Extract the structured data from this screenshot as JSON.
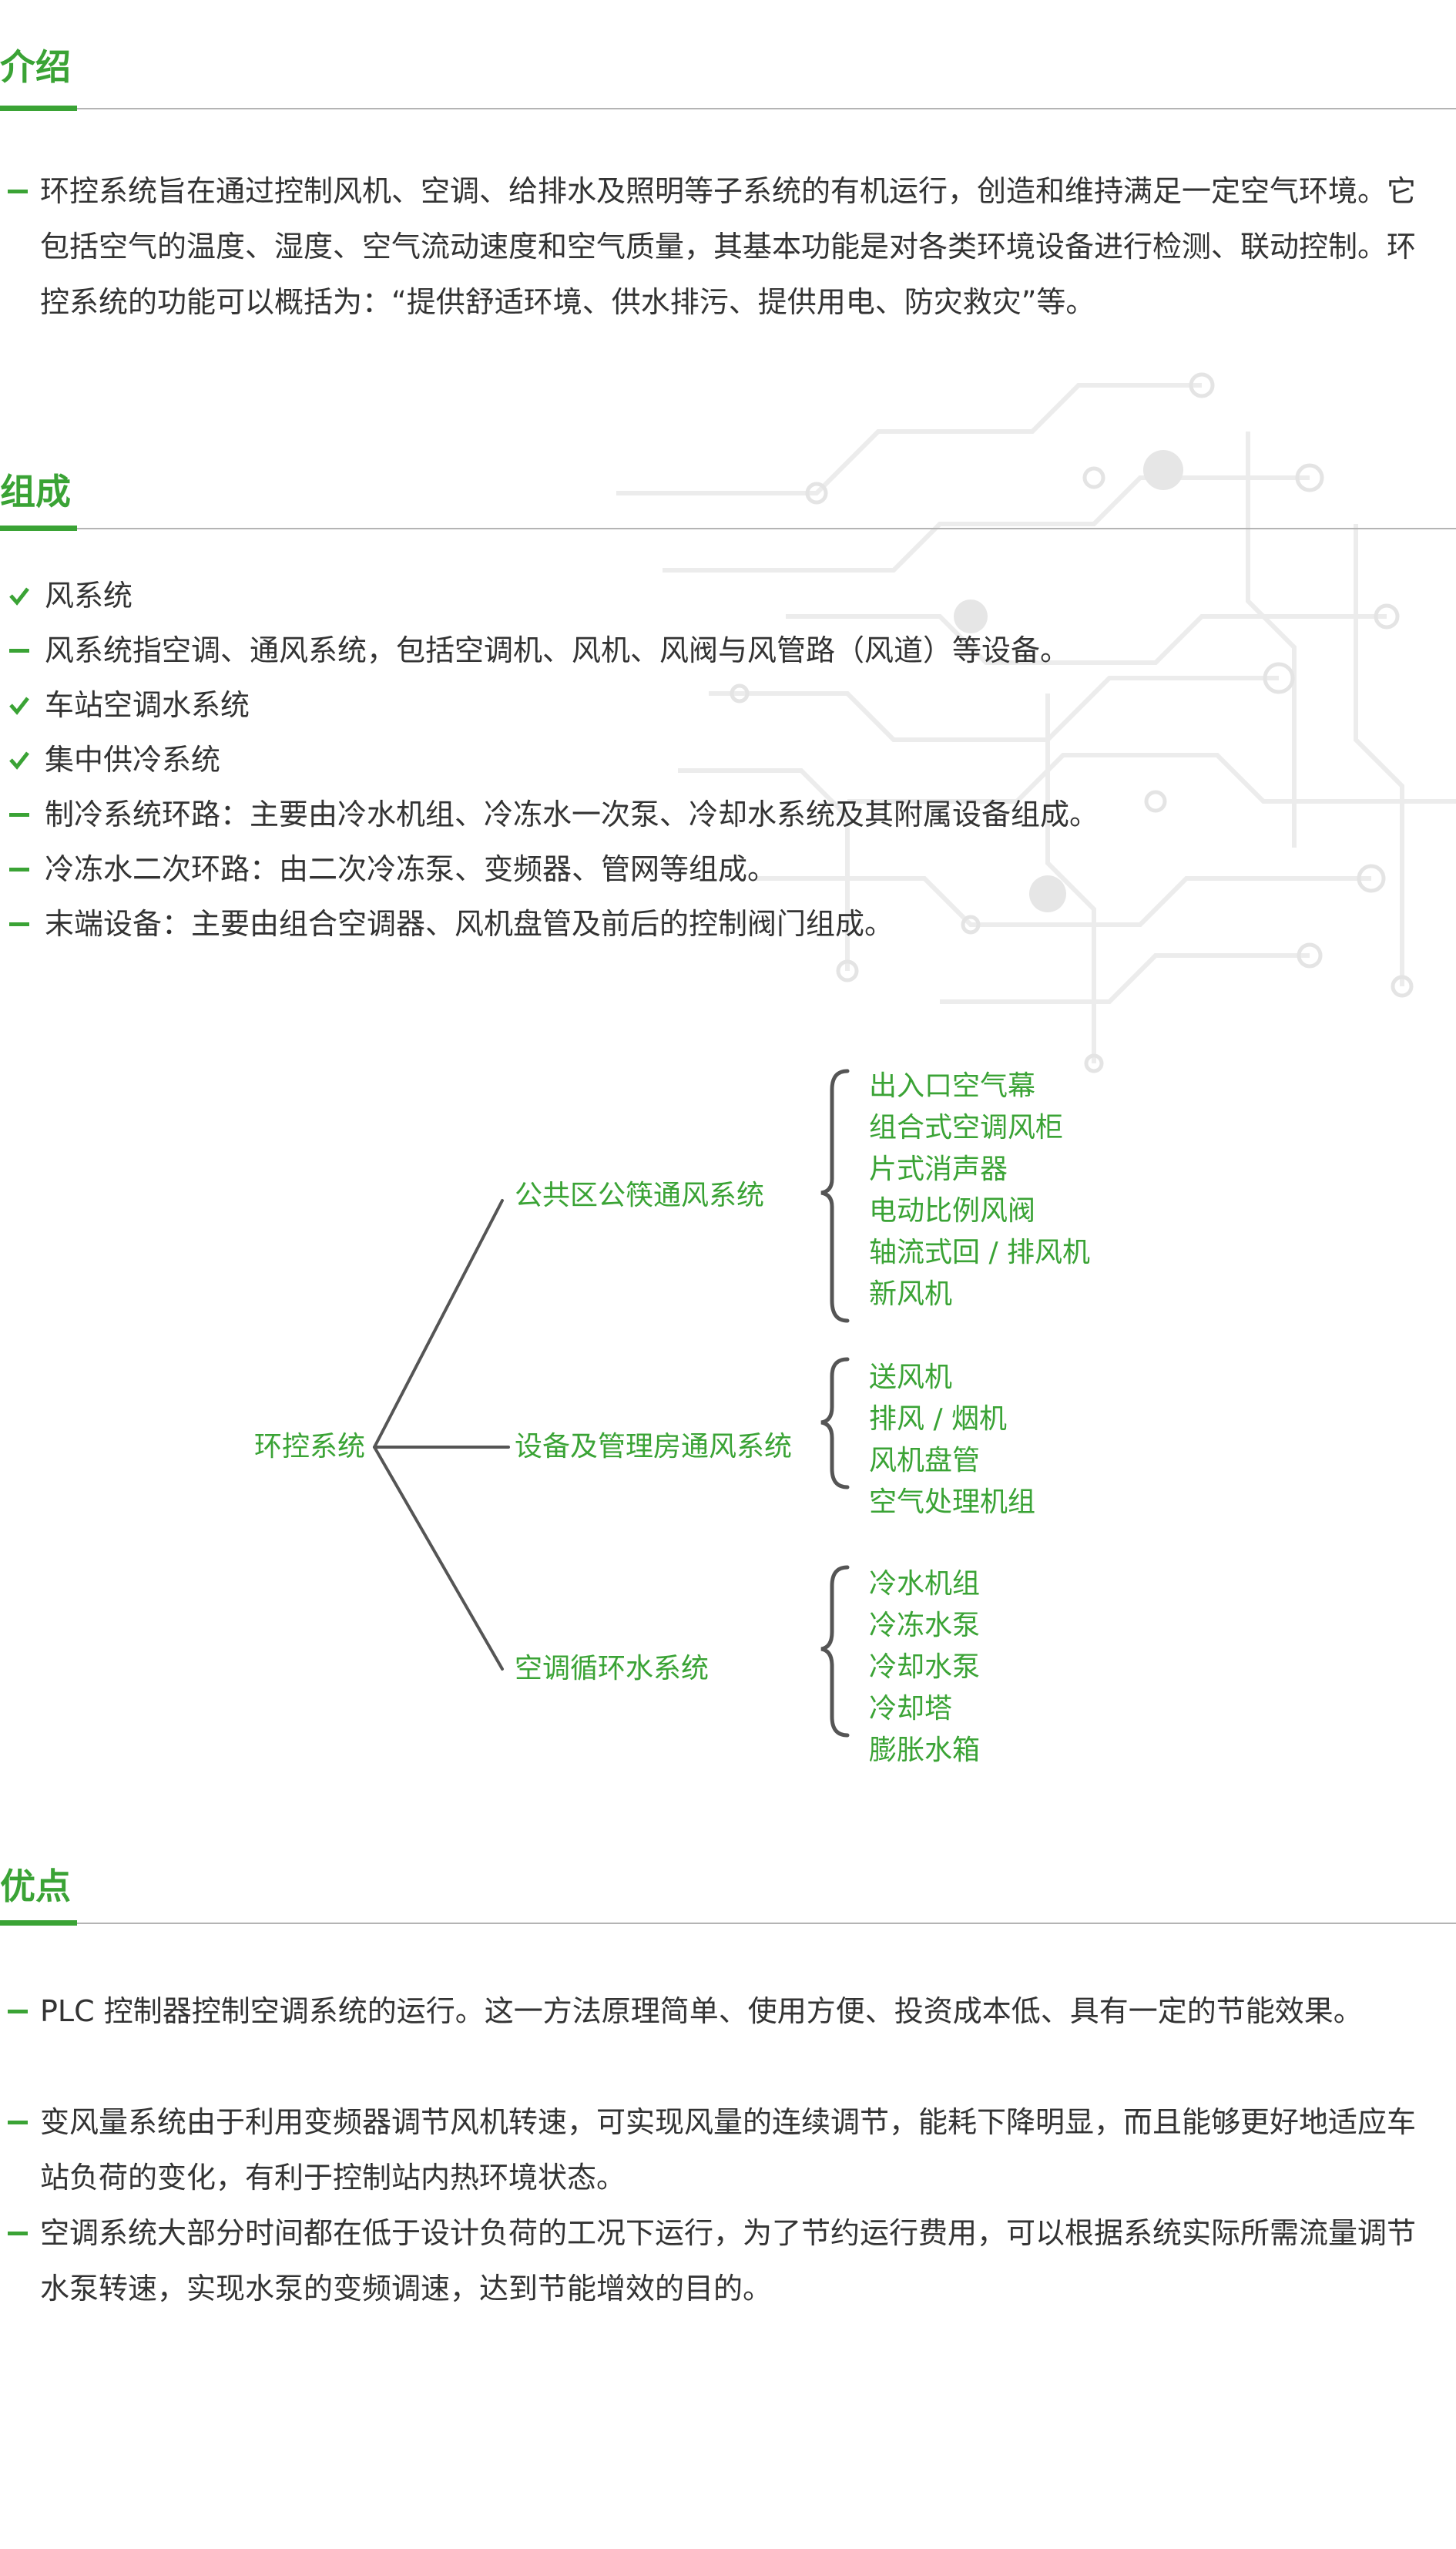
{
  "intro": {
    "title": "介绍",
    "text": "环控系统旨在通过控制风机、空调、给排水及照明等子系统的有机运行，创造和维持满足一定空气环境。它包括空气的温度、湿度、空气流动速度和空气质量，其基本功能是对各类环境设备进行检测、联动控制。环控系统的功能可以概括为：“提供舒适环境、供水排污、提供用电、防灾救灾”等。"
  },
  "composition": {
    "title": "组成",
    "items": [
      {
        "marker": "check",
        "text": "风系统"
      },
      {
        "marker": "dash",
        "text": "风系统指空调、通风系统，包括空调机、风机、风阀与风管路（风道）等设备。"
      },
      {
        "marker": "check",
        "text": "车站空调水系统"
      },
      {
        "marker": "check",
        "text": "集中供冷系统"
      },
      {
        "marker": "dash",
        "text": "制冷系统环路：主要由冷水机组、冷冻水一次泵、冷却水系统及其附属设备组成。"
      },
      {
        "marker": "dash",
        "text": "冷冻水二次环路：由二次冷冻泵、变频器、管网等组成。"
      },
      {
        "marker": "dash",
        "text": "末端设备：主要由组合空调器、风机盘管及前后的控制阀门组成。"
      }
    ]
  },
  "mindmap": {
    "root": "环控系统",
    "branches": [
      {
        "label": "公共区公筷通风系统",
        "children": [
          "出入口空气幕",
          "组合式空调风柜",
          "片式消声器",
          "电动比例风阀",
          "轴流式回 / 排风机",
          "新风机"
        ]
      },
      {
        "label": "设备及管理房通风系统",
        "children": [
          "送风机",
          "排风 / 烟机",
          "风机盘管",
          "空气处理机组"
        ]
      },
      {
        "label": "空调循环水系统",
        "children": [
          "冷水机组",
          "冷冻水泵",
          "冷却水泵",
          "冷却塔",
          "膨胀水箱"
        ]
      }
    ]
  },
  "advantages": {
    "title": "优点",
    "items": [
      "PLC 控制器控制空调系统的运行。这一方法原理简单、使用方便、投资成本低、具有一定的节能效果。",
      "变风量系统由于利用变频器调节风机转速，可实现风量的连续调节，能耗下降明显，而且能够更好地适应车站负荷的变化，有利于控制站内热环境状态。",
      "空调系统大部分时间都在低于设计负荷的工况下运行，为了节约运行费用，可以根据系统实际所需流量调节水泵转速，实现水泵的变频调速，达到节能增效的目的。"
    ]
  },
  "colors": {
    "accent": "#3aa335",
    "text": "#333333",
    "rule": "#b4b4b4",
    "circuit": "#ececec"
  }
}
